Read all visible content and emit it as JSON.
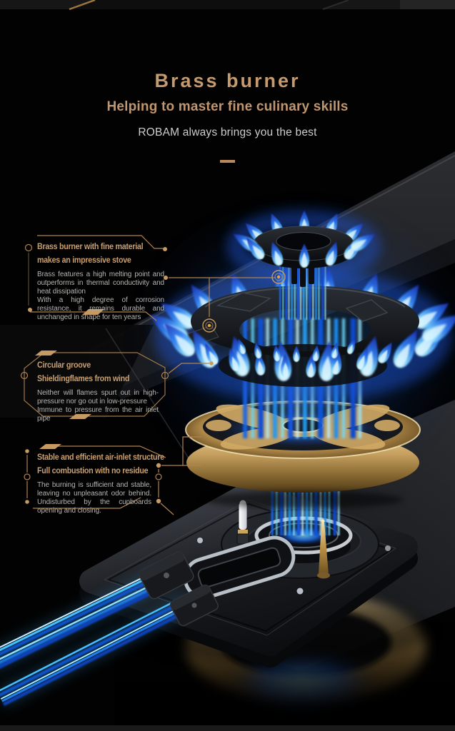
{
  "header": {
    "title": "Brass burner",
    "subtitle": "Helping to master fine culinary skills",
    "tagline": "ROBAM always brings you the best"
  },
  "callouts": [
    {
      "heading1": "Brass burner with fine material",
      "heading2": "makes an impressive stove",
      "para1": "Brass features a high melting point and outperforms in thermal conductivity and heat dissipation",
      "para2": "With a high degree of corrosion resistance, it remains durable and unchanged in shape for ten years"
    },
    {
      "heading1": "Circular groove",
      "heading2": "Shieldingflames from wind",
      "para1": "Neither will flames spurt out in high-pressure nor go out in low-pressure",
      "para2": "Immune to pressure from the air inlet pipe"
    },
    {
      "heading1": "Stable and efficient air-inlet structure",
      "heading2": "Full combustion with no residue",
      "para1": "The burning is sufficient and stable, leaving no unpleasant odor behind. Undisturbed by the cupboards opening and closing."
    }
  ],
  "colors": {
    "accent_tan": "#c49a6e",
    "callout_line_tan": "#b08350",
    "body_text": "#b5b3b0",
    "tagline_text": "#cdcdcd",
    "flame_blue": "#2f7df0",
    "flame_core": "#d8f8ff",
    "brass_gold": "#d9b876",
    "background": "#020202"
  },
  "illustration": {
    "description": "Exploded view of a brass gas burner: blue flame rings, light streams, brass flame-distributor disc and die-cast base with glowing gas tubes"
  }
}
